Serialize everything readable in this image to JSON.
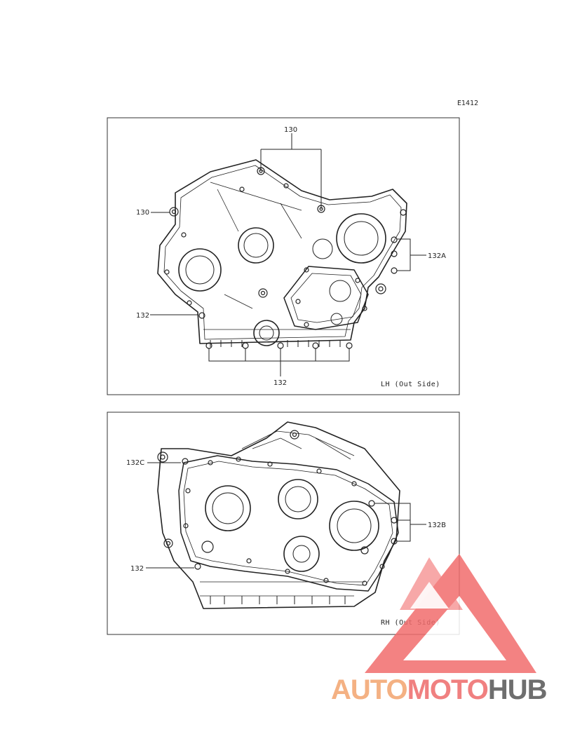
{
  "figure_code": "E1412",
  "panels": {
    "lh": {
      "side_label": "LH (Out Side)"
    },
    "rh": {
      "side_label": "RH (Out Side)"
    }
  },
  "callouts": {
    "c130_top": "130",
    "c130_left": "130",
    "c132a": "132A",
    "c132_lh_left": "132",
    "c132_lh_bottom": "132",
    "c132c": "132C",
    "c132b": "132B",
    "c132_rh_left": "132"
  },
  "watermark": {
    "part1": "AUTO",
    "part2": "MOTO",
    "part3": "HUB",
    "colors": {
      "auto": "#f4b183",
      "moto": "#f08080",
      "hub": "#6e6e6e",
      "triangle": "#f07070"
    }
  }
}
